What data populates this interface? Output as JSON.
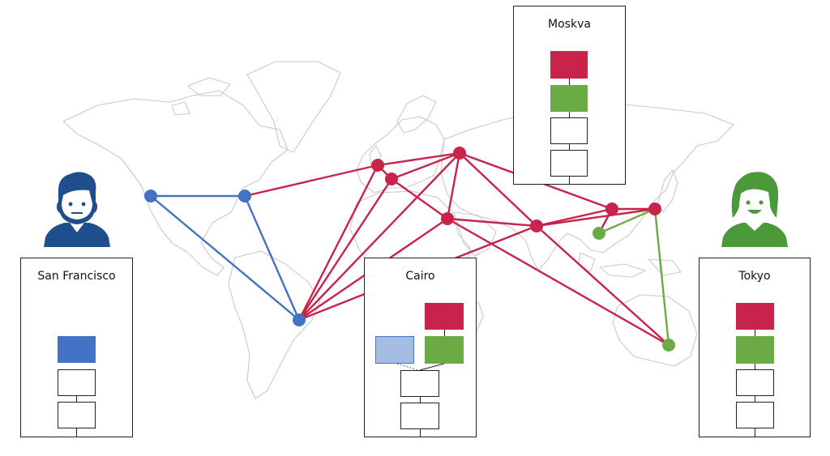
{
  "colors": {
    "red": "#c8234a",
    "green": "#6aab45",
    "blue": "#4472c4",
    "light_blue": "#a5bde3",
    "map_outline": "#c9c9c9",
    "avatar_blue": "#1f4e8c",
    "avatar_green": "#4a9a3a"
  },
  "users": [
    {
      "id": "user-san-francisco",
      "color": "blue",
      "icon": "man-avatar-icon"
    },
    {
      "id": "user-tokyo",
      "color": "green",
      "icon": "woman-avatar-icon"
    }
  ],
  "panels": {
    "moskva": {
      "title": "Moskva",
      "blocks": [
        "red",
        "green",
        "empty",
        "empty"
      ]
    },
    "san_francisco": {
      "title": "San Francisco",
      "blocks": [
        "blue",
        "empty",
        "empty"
      ]
    },
    "cairo": {
      "title": "Cairo",
      "blocks": [
        "red",
        "green",
        "empty",
        "empty"
      ],
      "pending_block": "light_blue"
    },
    "tokyo": {
      "title": "Tokyo",
      "blocks": [
        "red",
        "green",
        "empty",
        "empty"
      ]
    }
  },
  "network": {
    "nodes": [
      {
        "id": "san-francisco",
        "network": "blue"
      },
      {
        "id": "new-york",
        "network": "blue"
      },
      {
        "id": "sao-paulo",
        "network": "blue"
      },
      {
        "id": "london",
        "network": "red"
      },
      {
        "id": "paris",
        "network": "red"
      },
      {
        "id": "moscow",
        "network": "red"
      },
      {
        "id": "cairo",
        "network": "red"
      },
      {
        "id": "mumbai",
        "network": "red"
      },
      {
        "id": "beijing",
        "network": "red"
      },
      {
        "id": "tokyo",
        "network": "red"
      },
      {
        "id": "hong-kong",
        "network": "green"
      },
      {
        "id": "sydney",
        "network": "green"
      }
    ],
    "edges": [
      {
        "from": "san-francisco",
        "to": "new-york",
        "network": "blue"
      },
      {
        "from": "san-francisco",
        "to": "sao-paulo",
        "network": "blue"
      },
      {
        "from": "new-york",
        "to": "sao-paulo",
        "network": "blue"
      },
      {
        "from": "new-york",
        "to": "london",
        "network": "red"
      },
      {
        "from": "london",
        "to": "moscow",
        "network": "red"
      },
      {
        "from": "london",
        "to": "paris",
        "network": "red"
      },
      {
        "from": "london",
        "to": "sao-paulo",
        "network": "red"
      },
      {
        "from": "paris",
        "to": "moscow",
        "network": "red"
      },
      {
        "from": "paris",
        "to": "cairo",
        "network": "red"
      },
      {
        "from": "paris",
        "to": "sao-paulo",
        "network": "red"
      },
      {
        "from": "moscow",
        "to": "cairo",
        "network": "red"
      },
      {
        "from": "moscow",
        "to": "mumbai",
        "network": "red"
      },
      {
        "from": "moscow",
        "to": "beijing",
        "network": "red"
      },
      {
        "from": "moscow",
        "to": "sao-paulo",
        "network": "red"
      },
      {
        "from": "cairo",
        "to": "mumbai",
        "network": "red"
      },
      {
        "from": "cairo",
        "to": "sydney",
        "network": "red"
      },
      {
        "from": "cairo",
        "to": "sao-paulo",
        "network": "red"
      },
      {
        "from": "mumbai",
        "to": "beijing",
        "network": "red"
      },
      {
        "from": "mumbai",
        "to": "tokyo",
        "network": "red"
      },
      {
        "from": "mumbai",
        "to": "sydney",
        "network": "red"
      },
      {
        "from": "mumbai",
        "to": "sao-paulo",
        "network": "red"
      },
      {
        "from": "beijing",
        "to": "tokyo",
        "network": "red"
      },
      {
        "from": "beijing",
        "to": "hong-kong",
        "network": "red"
      },
      {
        "from": "tokyo",
        "to": "hong-kong",
        "network": "green"
      },
      {
        "from": "tokyo",
        "to": "sydney",
        "network": "green"
      }
    ]
  }
}
